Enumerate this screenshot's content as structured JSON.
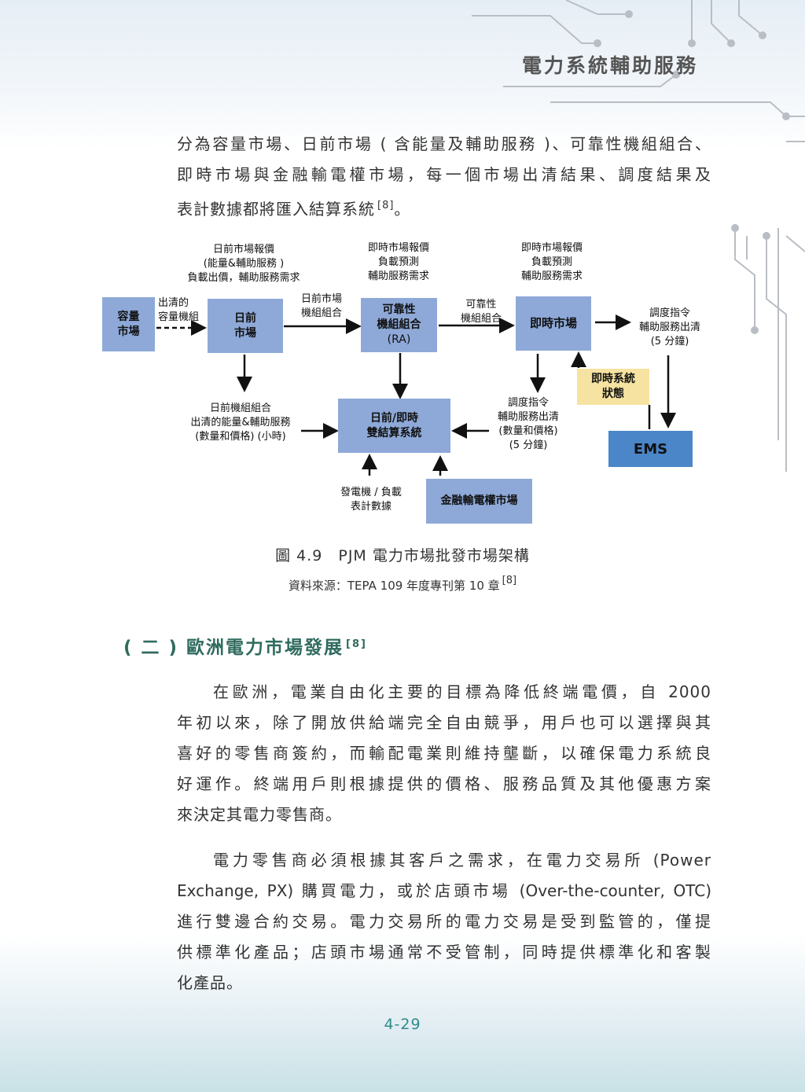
{
  "header": {
    "title": "電力系統輔助服務"
  },
  "intro": {
    "lines": [
      "分為容量市場、日前市場 ( 含能量及輔助服務 )、可靠性機組組合、",
      "即時市場與金融輸電權市場，每一個市場出清結果、調度結果及",
      "表計數據都將匯入結算系統"
    ],
    "ref": "[8]",
    "end": "。"
  },
  "diagram": {
    "boxes": {
      "capacity": [
        "容量",
        "市場"
      ],
      "dayahead": [
        "日前",
        "市場"
      ],
      "ra": [
        "可靠性",
        "機組組合",
        "(RA)"
      ],
      "realtime": "即時市場",
      "rtstatus": [
        "即時系統",
        "狀態"
      ],
      "ems": "EMS",
      "settlement": [
        "日前/即時",
        "雙結算系統"
      ],
      "ftr": "金融輸電權市場"
    },
    "labels": {
      "da_bid": [
        "日前市場報價",
        "(能量&輔助服務 )",
        "負載出價，輔助服務需求"
      ],
      "rt_bid1": [
        "即時市場報價",
        "負載預測",
        "輔助服務需求"
      ],
      "rt_bid2": [
        "即時市場報價",
        "負載預測",
        "輔助服務需求"
      ],
      "cleared_cap": [
        "出清的",
        "容量機組"
      ],
      "da_uc": [
        "日前市場",
        "機組組合"
      ],
      "ra_uc": [
        "可靠性",
        "機組組合"
      ],
      "dispatch_5": [
        "調度指令",
        "輔助服務出清",
        "(5 分鐘)"
      ],
      "da_cleared": [
        "日前機組組合",
        "出清的能量&輔助服務",
        "(數量和價格) (小時)"
      ],
      "dispatch_qp": [
        "調度指令",
        "輔助服務出清",
        "(數量和價格)",
        "(5 分鐘)"
      ],
      "meter": [
        "發電機 / 負載",
        "表計數據"
      ]
    }
  },
  "caption": {
    "title": "圖 4.9　PJM 電力市場批發市場架構",
    "source": "資料來源：TEPA 109 年度專刊第 10 章",
    "ref": "[8]"
  },
  "section": {
    "heading": "( 二 ) 歐洲電力市場發展",
    "ref": "[8]"
  },
  "para1": [
    "在歐洲，電業自由化主要的目標為降低終端電價，自 2000",
    "年初以來，除了開放供給端完全自由競爭，用戶也可以選擇與其",
    "喜好的零售商簽約，而輸配電業則維持壟斷，以確保電力系統良",
    "好運作。終端用戶則根據提供的價格、服務品質及其他優惠方案",
    "來決定其電力零售商。"
  ],
  "para2": [
    "電力零售商必須根據其客戶之需求，在電力交易所 (Power",
    "Exchange, PX) 購買電力，或於店頭市場 (Over-the-counter, OTC)",
    "進行雙邊合約交易。電力交易所的電力交易是受到監管的，僅提",
    "供標準化產品；店頭市場通常不受管制，同時提供標準化和客製",
    "化產品。"
  ],
  "page_number": "4-29",
  "colors": {
    "box": "#8ea9d8",
    "status": "#f7e3a1",
    "ems": "#4a86c8",
    "heading": "#2f6b5e"
  }
}
